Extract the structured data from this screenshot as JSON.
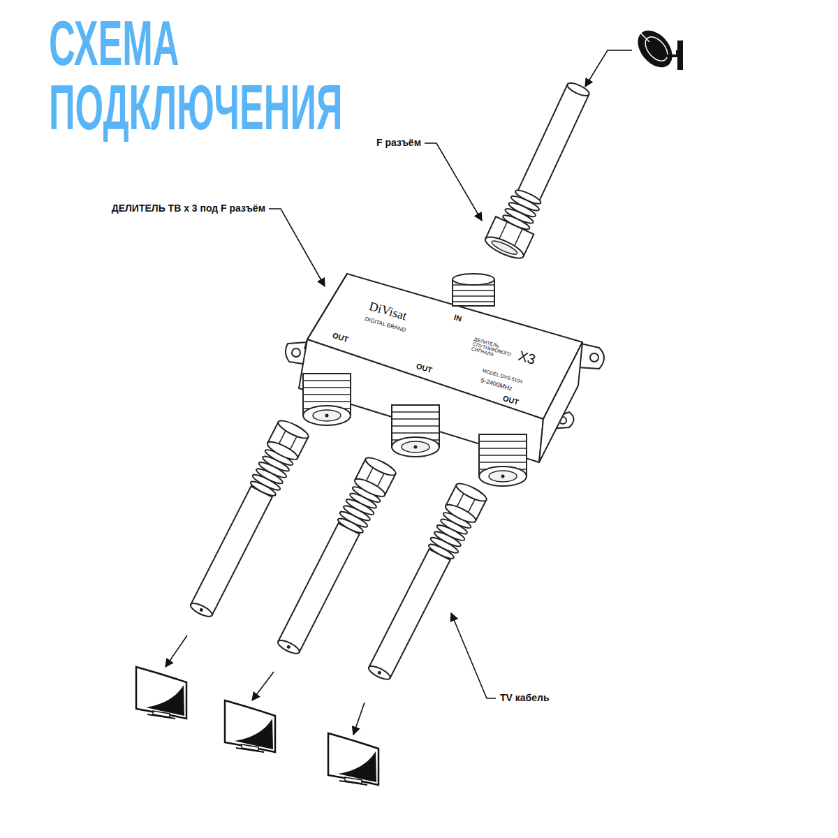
{
  "diagram": {
    "title": "СХЕМА ПОДКЛЮЧЕНИЯ",
    "labels": [
      "F разъём",
      "ДЕЛИТЕЛЬ ТВ х 3 под F разъём",
      "DiVisat",
      "DIGITAL BRAND",
      "IN",
      "OUT",
      "ДЕЛИТЕЛЬ СПУТНИКОВОГО СИГНАЛА",
      "X3",
      "OUT",
      "MODEL:DVS-5104",
      "5-2400MHz",
      "OUT",
      "TV кабель"
    ]
  }
}
